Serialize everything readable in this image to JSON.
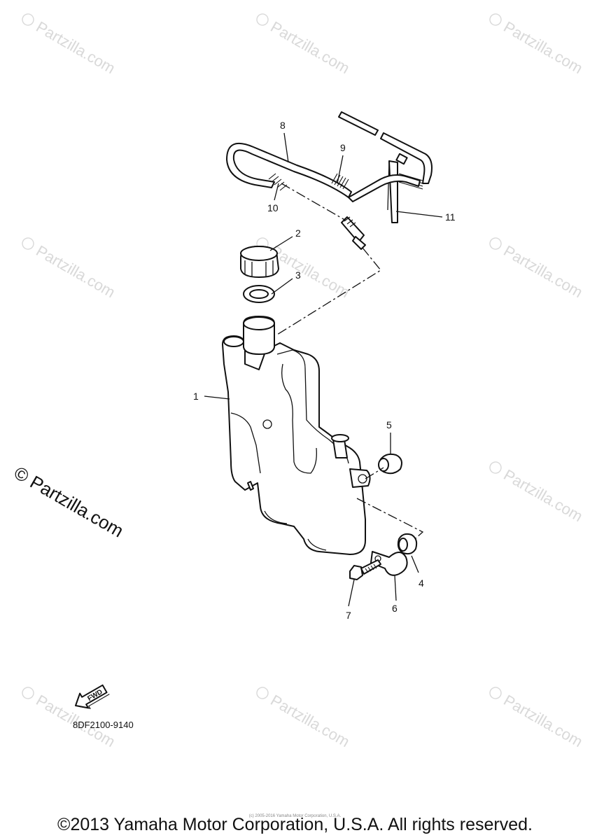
{
  "watermark": {
    "text": "Partzilla.com",
    "primary_text": "© Partzilla.com"
  },
  "callouts": {
    "c1": "1",
    "c2": "2",
    "c3": "3",
    "c4": "4",
    "c5": "5",
    "c6": "6",
    "c7": "7",
    "c8": "8",
    "c9": "9",
    "c10": "10",
    "c11": "11"
  },
  "fwd_label": "FWD",
  "part_code": "8DF2100-9140",
  "fine_print": "(c) 2005-2016 Yamaha Motor Corporation, U.S.A.",
  "copyright": "©2013 Yamaha Motor Corporation, U.S.A. All rights reserved.",
  "colors": {
    "ink": "#111111",
    "watermark": "#d9d9d9",
    "background": "#ffffff"
  }
}
